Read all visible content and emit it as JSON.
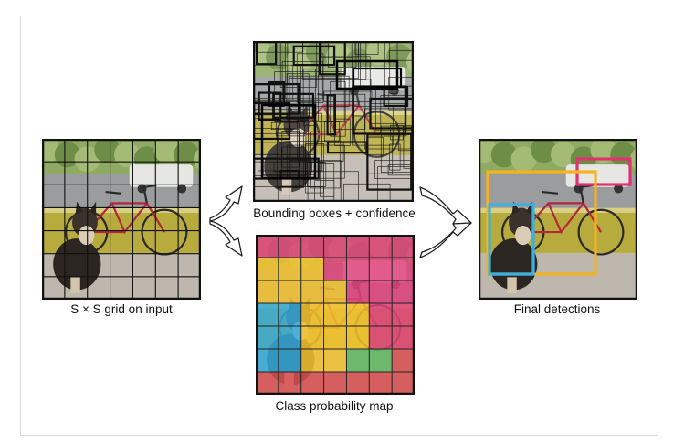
{
  "labels": {
    "grid": "S × S grid on input",
    "boxes": "Bounding boxes + confidence",
    "classmap": "Class probability map",
    "final": "Final detections"
  },
  "grid_size": 7,
  "colors": {
    "pink": "#e0437d",
    "yellow": "#f2c230",
    "blue": "#34a9d9",
    "green": "#5fb862",
    "red": "#d95050",
    "det_pink": "#e2316f",
    "det_yellow": "#f5b320",
    "det_blue": "#3ab1e2"
  },
  "class_map": [
    [
      "pink",
      "pink",
      "pink",
      "pink",
      "pink",
      "pink",
      "pink"
    ],
    [
      "yellow",
      "yellow",
      "yellow",
      "pink",
      "pink",
      "pink",
      "pink"
    ],
    [
      "yellow",
      "yellow",
      "yellow",
      "yellow",
      "pink",
      "pink",
      "pink"
    ],
    [
      "blue",
      "blue",
      "yellow",
      "yellow",
      "yellow",
      "pink",
      "pink"
    ],
    [
      "blue",
      "blue",
      "yellow",
      "yellow",
      "yellow",
      "pink",
      "pink"
    ],
    [
      "blue",
      "blue",
      "yellow",
      "yellow",
      "green",
      "green",
      "red"
    ],
    [
      "red",
      "red",
      "red",
      "red",
      "red",
      "red",
      "red"
    ]
  ],
  "detections": [
    {
      "class": "car",
      "color": "pink"
    },
    {
      "class": "bicycle",
      "color": "yellow"
    },
    {
      "class": "dog",
      "color": "blue"
    }
  ]
}
